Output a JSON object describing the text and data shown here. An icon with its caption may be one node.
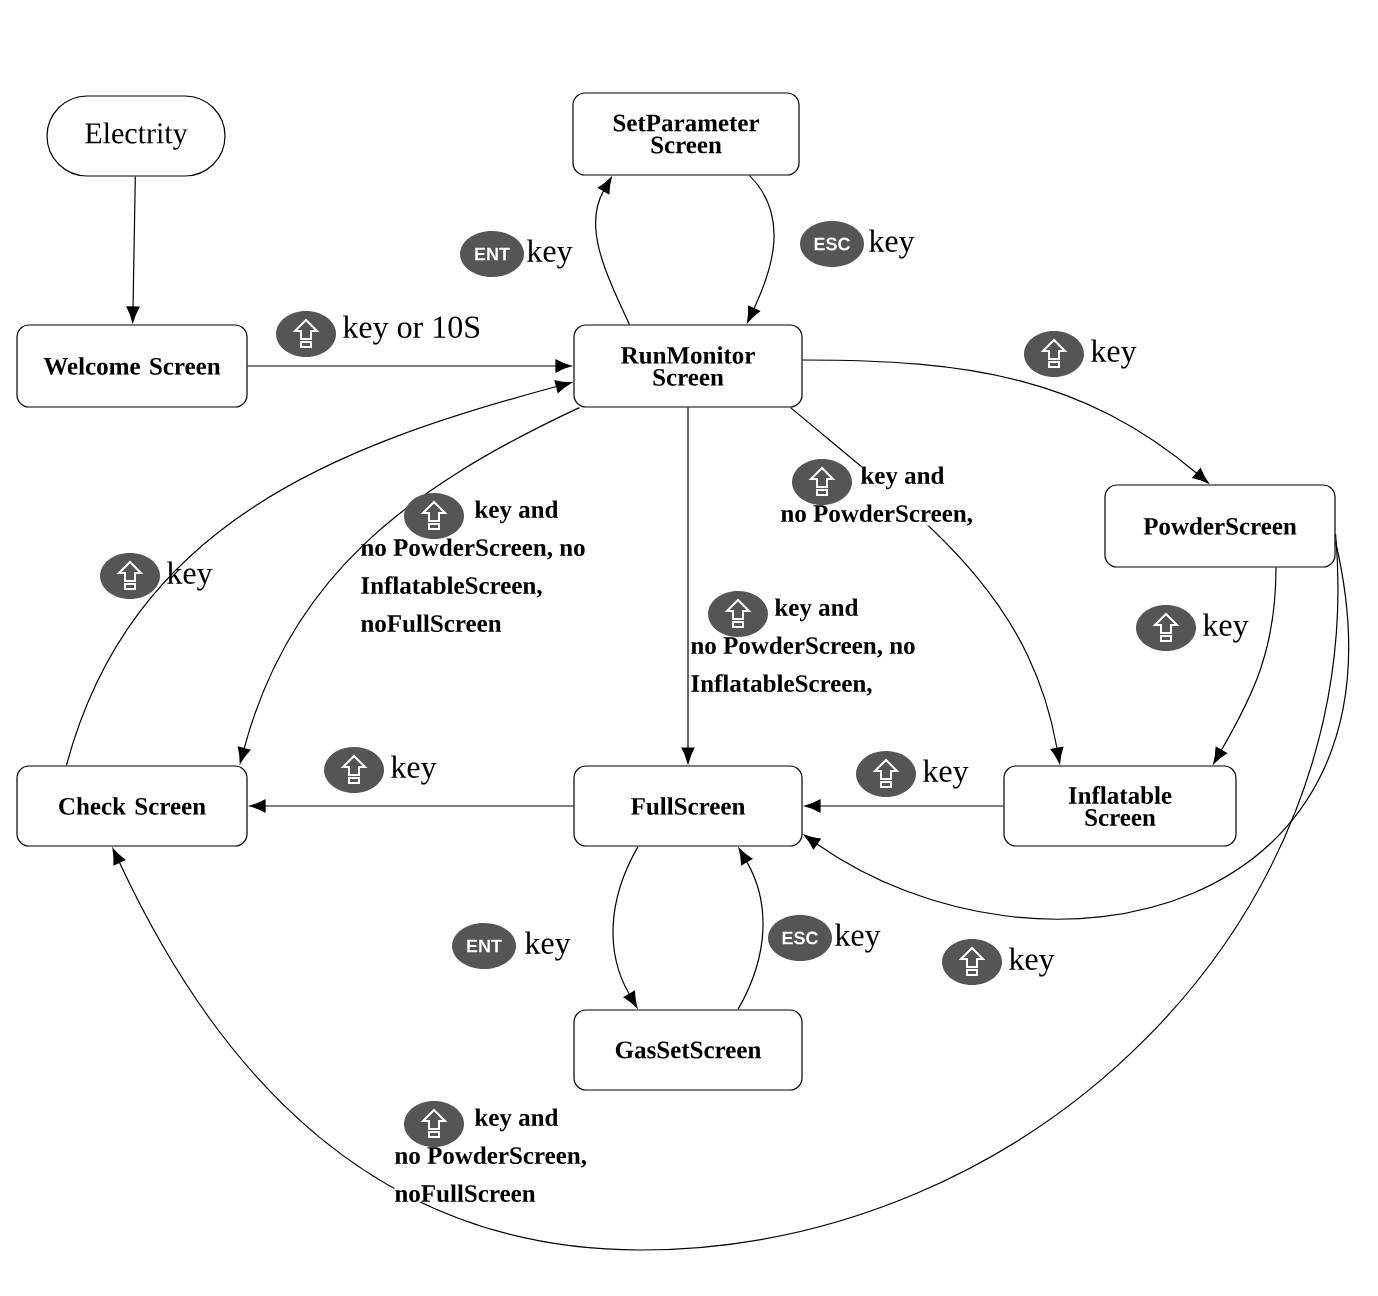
{
  "diagram": {
    "nodes": [
      {
        "text": [
          "Electrity"
        ]
      },
      {
        "text": [
          "SetParameter Screen"
        ]
      },
      {
        "text": [
          "Welcome Screen"
        ]
      },
      {
        "text": [
          "RunMonitor Screen"
        ]
      },
      {
        "text": [
          "PowderScreen"
        ]
      },
      {
        "text": [
          "Check Screen"
        ]
      },
      {
        "text": [
          "FullScreen"
        ]
      },
      {
        "text": [
          "Inflatable Screen"
        ]
      },
      {
        "text": [
          "GasSetScreen"
        ]
      }
    ],
    "edges": [
      {
        "from": 0,
        "to": 2,
        "arrow": "to"
      },
      {
        "from": 3,
        "to": 1,
        "arrow": "to",
        "label": "key"
      },
      {
        "from": 1,
        "to": 3,
        "arrow": "to",
        "label": "key"
      },
      {
        "from": 2,
        "to": 3,
        "arrow": "to",
        "label": "key or 10S"
      },
      {
        "from": 3,
        "to": 4,
        "arrow": "to",
        "label": "key"
      },
      {
        "from": 3,
        "to": 5,
        "arrow": "to",
        "label": "key and no PowderScreen, no InflatableScreen, noFullScreen"
      },
      {
        "from": 5,
        "to": 3,
        "arrow": "to",
        "label": "key"
      },
      {
        "from": 3,
        "to": 6,
        "arrow": "to",
        "label": "key and no PowderScreen, no InflatableScreen,"
      },
      {
        "from": 3,
        "to": 7,
        "arrow": "to",
        "label": "key and no PowderScreen,"
      },
      {
        "from": 4,
        "to": 7,
        "arrow": "to",
        "label": "key"
      },
      {
        "from": 6,
        "to": 5,
        "arrow": "to",
        "label": "key"
      },
      {
        "from": 7,
        "to": 6,
        "arrow": "to",
        "label": "key"
      },
      {
        "from": 4,
        "to": 6,
        "arrow": "to",
        "label": "key"
      },
      {
        "from": 6,
        "to": 8,
        "arrow": "to",
        "label": "key"
      },
      {
        "from": 8,
        "to": 6,
        "arrow": "to",
        "label": "key"
      },
      {
        "from": 4,
        "to": 5,
        "arrow": "to",
        "label": "key and no PowderScreen, noFullScreen"
      }
    ],
    "labels": [
      "ENT",
      "ESC",
      "ENT",
      "ESC"
    ]
  }
}
